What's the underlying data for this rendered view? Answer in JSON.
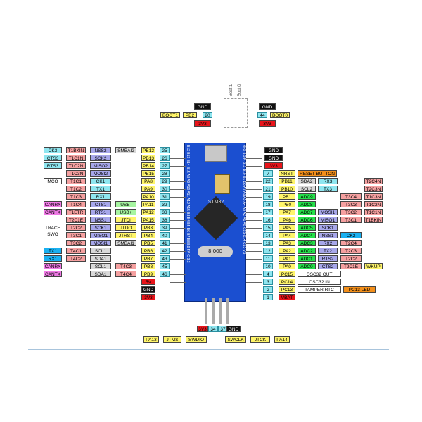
{
  "boot_header": {
    "boot1_label": "Boot 1",
    "boot0_label": "Boot 0",
    "left": [
      "GND",
      "BOOT1",
      "PB2",
      "20",
      "3V3"
    ],
    "right": [
      "GND",
      "44",
      "BOOT0",
      "3V3"
    ]
  },
  "board": {
    "chip_text": "STM32",
    "crystal_text": "8.000",
    "left_silk": "B12 B13 B14 B15 A8 A9 A10 A11 A12 A15 B3 B4 B5 B6 B7 B8 B9 5V G 3.3",
    "right_silk": "G G 3.3 R B11 B10 B1 B0 A7 A6 A5 A4 A3 A2 A1 A0 C15 C14 C13 VB"
  },
  "left_rows": [
    {
      "tags": [
        "TIM1_BKIN_HIDE"
      ],
      "items": [
        [
          "CK3",
          "cyan"
        ],
        [
          "T1BKIN",
          "pink"
        ],
        [
          "NSS2",
          "purple"
        ],
        [
          "SMBAI2",
          "gray"
        ],
        [
          "PB12",
          "yellow"
        ]
      ],
      "pin": "25"
    },
    {
      "items": [
        [
          "CTS3",
          "cyan"
        ],
        [
          "T1C1N",
          "pink"
        ],
        [
          "SCK2",
          "purple"
        ],
        [
          "",
          "none"
        ],
        [
          "PB13",
          "yellow"
        ]
      ],
      "pin": "26"
    },
    {
      "items": [
        [
          "RTS3",
          "cyan"
        ],
        [
          "T1C2N",
          "pink"
        ],
        [
          "MISO2",
          "purple"
        ],
        [
          "",
          "none"
        ],
        [
          "PB14",
          "yellow"
        ]
      ],
      "pin": "27"
    },
    {
      "items": [
        [
          "",
          "none"
        ],
        [
          "T1C3N",
          "pink"
        ],
        [
          "MOSI2",
          "purple"
        ],
        [
          "",
          "none"
        ],
        [
          "PB15",
          "yellow"
        ]
      ],
      "pin": "28"
    },
    {
      "items": [
        [
          "MCO",
          "white"
        ],
        [
          "T1C1",
          "pink"
        ],
        [
          "CK1",
          "cyan"
        ],
        [
          "",
          "none"
        ],
        [
          "PA8",
          "yellow"
        ]
      ],
      "pin": "29"
    },
    {
      "items": [
        [
          "",
          "none"
        ],
        [
          "T1C2",
          "pink"
        ],
        [
          "TX1",
          "cyan"
        ],
        [
          "",
          "none"
        ],
        [
          "PA9",
          "yellow"
        ]
      ],
      "pin": "30"
    },
    {
      "items": [
        [
          "",
          "none"
        ],
        [
          "T1C3",
          "pink"
        ],
        [
          "RX1",
          "cyan"
        ],
        [
          "",
          "none"
        ],
        [
          "PA10",
          "yellow"
        ]
      ],
      "pin": "31"
    },
    {
      "items": [
        [
          "CANRX",
          "magenta"
        ],
        [
          "T1C4",
          "pink"
        ],
        [
          "CTS1",
          "purple"
        ],
        [
          "USB-",
          "lgreen"
        ],
        [
          "PA11",
          "yellow"
        ]
      ],
      "pin": "32"
    },
    {
      "items": [
        [
          "CANTX",
          "magenta"
        ],
        [
          "T1ETR",
          "pink"
        ],
        [
          "RTS1",
          "purple"
        ],
        [
          "USB+",
          "lgreen"
        ],
        [
          "PA12",
          "yellow"
        ]
      ],
      "pin": "33"
    },
    {
      "items": [
        [
          "",
          "none"
        ],
        [
          "T2C1E",
          "pink"
        ],
        [
          "NSS1",
          "purple"
        ],
        [
          "JTDI",
          "yellow"
        ],
        [
          "PA15",
          "yellow"
        ]
      ],
      "pin": "38"
    },
    {
      "items": [
        [
          "",
          "none"
        ],
        [
          "T2C2",
          "pink"
        ],
        [
          "SCK1",
          "purple"
        ],
        [
          "JTDO",
          "yellow"
        ],
        [
          "PB3",
          "yellow"
        ]
      ],
      "pin": "39"
    },
    {
      "items": [
        [
          "",
          "none"
        ],
        [
          "T3C1",
          "pink"
        ],
        [
          "MISO1",
          "purple"
        ],
        [
          "JTRST",
          "yellow"
        ],
        [
          "PB4",
          "yellow"
        ]
      ],
      "pin": "40"
    },
    {
      "items": [
        [
          "",
          "none"
        ],
        [
          "T3C2",
          "pink"
        ],
        [
          "MOSI1",
          "purple"
        ],
        [
          "SMBAI1",
          "gray"
        ],
        [
          "PB5",
          "yellow"
        ]
      ],
      "pin": "41"
    },
    {
      "items": [
        [
          "TX1",
          "blue"
        ],
        [
          "T4C1",
          "pink"
        ],
        [
          "SCL1",
          "gray"
        ],
        [
          "",
          "none"
        ],
        [
          "PB6",
          "yellow"
        ]
      ],
      "pin": "42"
    },
    {
      "items": [
        [
          "RX1",
          "blue"
        ],
        [
          "T4C2",
          "pink"
        ],
        [
          "SDA1",
          "gray"
        ],
        [
          "",
          "none"
        ],
        [
          "PB7",
          "yellow"
        ]
      ],
      "pin": "43"
    },
    {
      "items": [
        [
          "CANRX",
          "magenta"
        ],
        [
          "",
          "none"
        ],
        [
          "SCL1",
          "gray"
        ],
        [
          "T4C3",
          "pink"
        ],
        [
          "PB8",
          "yellow"
        ]
      ],
      "pin": "45"
    },
    {
      "items": [
        [
          "CANTX",
          "magenta"
        ],
        [
          "",
          "none"
        ],
        [
          "SDA1",
          "gray"
        ],
        [
          "T4C4",
          "pink"
        ],
        [
          "PB9",
          "yellow"
        ]
      ],
      "pin": "46"
    },
    {
      "items": [
        [
          "",
          "none"
        ],
        [
          "",
          "none"
        ],
        [
          "",
          "none"
        ],
        [
          "",
          "none"
        ],
        [
          "5V",
          "red"
        ]
      ],
      "pin": ""
    },
    {
      "items": [
        [
          "",
          "none"
        ],
        [
          "",
          "none"
        ],
        [
          "",
          "none"
        ],
        [
          "",
          "none"
        ],
        [
          "GND",
          "black"
        ]
      ],
      "pin": ""
    },
    {
      "items": [
        [
          "",
          "none"
        ],
        [
          "",
          "none"
        ],
        [
          "",
          "none"
        ],
        [
          "",
          "none"
        ],
        [
          "3V3",
          "red"
        ]
      ],
      "pin": ""
    }
  ],
  "trace_swo": [
    "TRACE",
    "SWO"
  ],
  "right_rows": [
    {
      "pin": "",
      "items": [
        [
          "GND",
          "black"
        ]
      ]
    },
    {
      "pin": "",
      "items": [
        [
          "GND",
          "black"
        ]
      ]
    },
    {
      "pin": "",
      "items": [
        [
          "3V3",
          "red"
        ]
      ]
    },
    {
      "pin": "7",
      "items": [
        [
          "NRST",
          "yellow"
        ],
        [
          "RESET BUTTON",
          "orange"
        ]
      ]
    },
    {
      "pin": "22",
      "items": [
        [
          "PB11",
          "yellow"
        ],
        [
          "SDA2",
          "gray"
        ],
        [
          "RX3",
          "cyan"
        ],
        [
          "",
          "none"
        ],
        [
          "T2C4N",
          "pink"
        ]
      ]
    },
    {
      "pin": "21",
      "items": [
        [
          "PB10",
          "yellow"
        ],
        [
          "SCL2",
          "gray"
        ],
        [
          "TX3",
          "cyan"
        ],
        [
          "",
          "none"
        ],
        [
          "T2C3N",
          "pink"
        ]
      ]
    },
    {
      "pin": "19",
      "items": [
        [
          "PB1",
          "yellow"
        ],
        [
          "ADC9",
          "green"
        ],
        [
          "",
          "none"
        ],
        [
          "T3C4",
          "pink"
        ],
        [
          "T1C3N",
          "pink"
        ]
      ]
    },
    {
      "pin": "18",
      "items": [
        [
          "PB0",
          "yellow"
        ],
        [
          "ADC8",
          "green"
        ],
        [
          "",
          "none"
        ],
        [
          "T3C3",
          "pink"
        ],
        [
          "T1C2N",
          "pink"
        ]
      ]
    },
    {
      "pin": "17",
      "items": [
        [
          "PA7",
          "yellow"
        ],
        [
          "ADC7",
          "green"
        ],
        [
          "MOSI1",
          "purple"
        ],
        [
          "T3C2",
          "pink"
        ],
        [
          "T1C1N",
          "pink"
        ]
      ]
    },
    {
      "pin": "16",
      "items": [
        [
          "PA6",
          "yellow"
        ],
        [
          "ADC6",
          "green"
        ],
        [
          "MISO1",
          "purple"
        ],
        [
          "T3C1",
          "pink"
        ],
        [
          "T1BKIN",
          "pink"
        ]
      ]
    },
    {
      "pin": "15",
      "items": [
        [
          "PA5",
          "yellow"
        ],
        [
          "ADC5",
          "green"
        ],
        [
          "SCK1",
          "purple"
        ],
        [
          "",
          "none"
        ],
        [
          "",
          "none"
        ]
      ]
    },
    {
      "pin": "14",
      "items": [
        [
          "PA4",
          "yellow"
        ],
        [
          "ADC4",
          "green"
        ],
        [
          "NSS1",
          "purple"
        ],
        [
          "CK2",
          "blue"
        ],
        [
          "",
          "none"
        ]
      ]
    },
    {
      "pin": "13",
      "items": [
        [
          "PA3",
          "yellow"
        ],
        [
          "ADC3",
          "green"
        ],
        [
          "RX2",
          "purple"
        ],
        [
          "T2C4",
          "pink"
        ],
        [
          "",
          "none"
        ]
      ]
    },
    {
      "pin": "12",
      "items": [
        [
          "PA2",
          "yellow"
        ],
        [
          "ADC2",
          "green"
        ],
        [
          "TX2",
          "purple"
        ],
        [
          "T2C3",
          "pink"
        ],
        [
          "",
          "none"
        ]
      ]
    },
    {
      "pin": "11",
      "items": [
        [
          "PA1",
          "yellow"
        ],
        [
          "ADC1",
          "green"
        ],
        [
          "RTS2",
          "purple"
        ],
        [
          "T2C2",
          "pink"
        ],
        [
          "",
          "none"
        ]
      ]
    },
    {
      "pin": "10",
      "items": [
        [
          "PA0",
          "yellow"
        ],
        [
          "ADC0",
          "green"
        ],
        [
          "CTS2",
          "purple"
        ],
        [
          "T2C1E",
          "pink"
        ],
        [
          "WKUP",
          "yellow"
        ]
      ]
    },
    {
      "pin": "4",
      "items": [
        [
          "PC15",
          "yellow"
        ],
        [
          "OSC32 OUT",
          "white"
        ]
      ]
    },
    {
      "pin": "3",
      "items": [
        [
          "PC14",
          "yellow"
        ],
        [
          "OSC32 IN",
          "white"
        ]
      ]
    },
    {
      "pin": "2",
      "items": [
        [
          "PC13",
          "yellow"
        ],
        [
          "TAMPER RTC",
          "white"
        ],
        [
          "PC13 LED",
          "orange"
        ]
      ]
    },
    {
      "pin": "1",
      "items": [
        [
          "VBAT",
          "red"
        ]
      ]
    }
  ],
  "swd_header": {
    "row1": [
      [
        "3V3",
        "red"
      ],
      [
        "34",
        "cyan"
      ],
      [
        "37",
        "cyan"
      ],
      [
        "GND",
        "black"
      ]
    ],
    "left": [
      [
        "PA13",
        "yellow"
      ],
      [
        "JTMS",
        "yellow"
      ],
      [
        "SWDIO",
        "yellow"
      ]
    ],
    "right": [
      [
        "SWCLK",
        "yellow"
      ],
      [
        "JTCK",
        "yellow"
      ],
      [
        "PA14",
        "yellow"
      ]
    ]
  },
  "colors": {
    "red": "#e8141a",
    "black": "#111111",
    "yellow": "#fff56a",
    "cyan": "#8fe6f0",
    "pink": "#f5a0a0",
    "purple": "#a7a7ea",
    "gray": "#d9d9d9",
    "green": "#25e04a",
    "lgreen": "#a6f5a0",
    "blue": "#1ab0f0",
    "orange": "#f38f1a",
    "magenta": "#f07ae6",
    "white": "#ffffff"
  }
}
